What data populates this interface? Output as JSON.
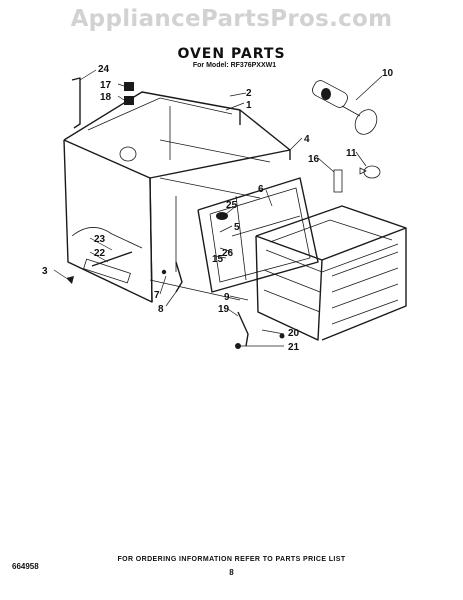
{
  "watermark": "AppliancePartsPros.com",
  "title": "OVEN PARTS",
  "model": "For Model: RF376PXXW1",
  "figure_number": "664958",
  "footer": "FOR ORDERING INFORMATION REFER TO PARTS PRICE LIST",
  "page_number": "8",
  "callouts": [
    "1",
    "2",
    "3",
    "4",
    "5",
    "6",
    "7",
    "8",
    "9",
    "10",
    "11",
    "15",
    "16",
    "17",
    "18",
    "19",
    "20",
    "21",
    "22",
    "23",
    "24",
    "25",
    "26"
  ]
}
